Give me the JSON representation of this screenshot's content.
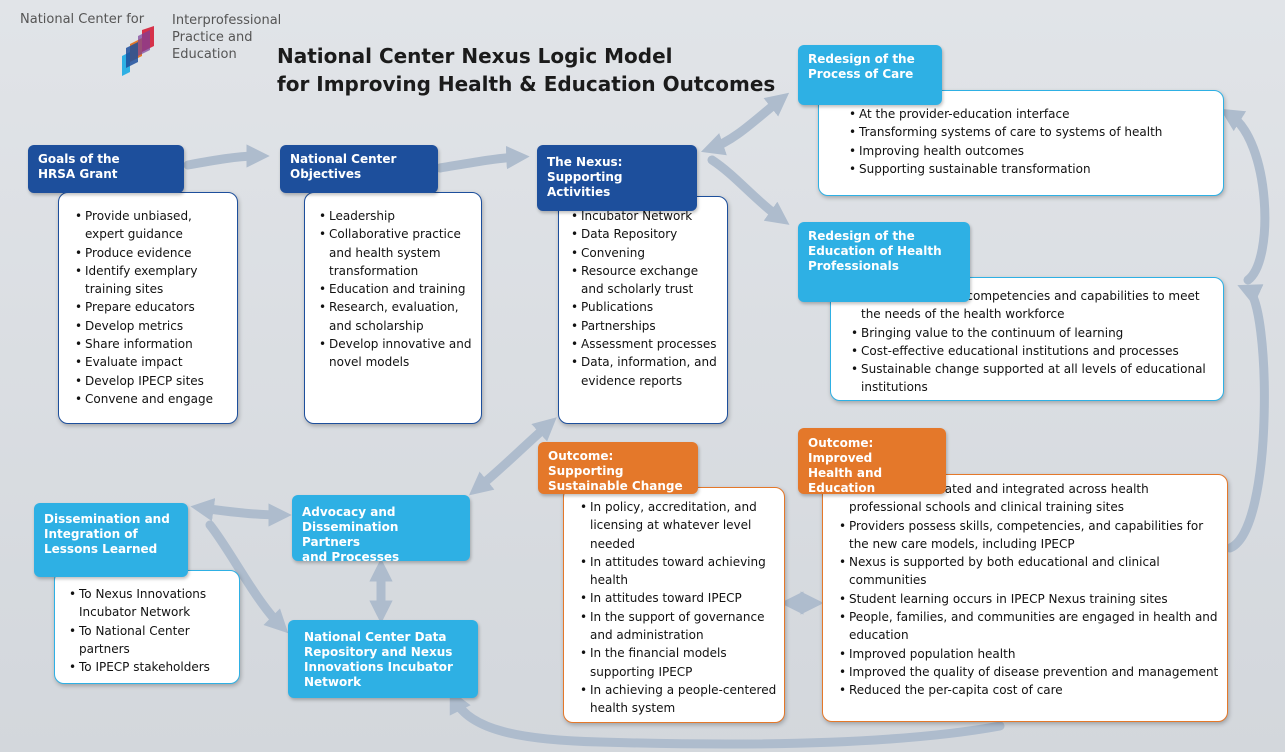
{
  "logo": {
    "left_text": "National Center for",
    "right_lines": [
      "Interprofessional",
      "Practice and",
      "Education"
    ]
  },
  "title_lines": [
    "National Center Nexus Logic Model",
    "for Improving Health & Education Outcomes"
  ],
  "colors": {
    "dark_blue": "#1d4f9c",
    "light_blue": "#2eb0e4",
    "orange": "#e4782a",
    "arrow": "#aebccd"
  },
  "goals": {
    "title_lines": [
      "Goals of the",
      "HRSA Grant"
    ],
    "items": [
      "Provide unbiased, expert guidance",
      "Produce evidence",
      "Identify exemplary training sites",
      "Prepare educators",
      "Develop metrics",
      "Share information",
      "Evaluate impact",
      "Develop IPECP sites",
      "Convene and engage"
    ]
  },
  "objectives": {
    "title_lines": [
      "National Center",
      "Objectives"
    ],
    "items": [
      "Leadership",
      "Collaborative practice and health system transformation",
      "Education and training",
      "Research, evaluation, and scholarship",
      "Develop innovative and novel models"
    ]
  },
  "nexus": {
    "title_lines": [
      "The Nexus:",
      "Supporting Activities"
    ],
    "items": [
      "Incubator Network",
      "Data Repository",
      "Convening",
      "Resource exchange and scholarly trust",
      "Publications",
      "Partnerships",
      "Assessment processes",
      "Data, information, and evidence reports"
    ]
  },
  "care": {
    "title_lines": [
      "Redesign of the",
      "Process of Care"
    ],
    "items": [
      "At the provider-education interface",
      "Transforming systems of care to systems of health",
      "Improving health outcomes",
      "Supporting sustainable transformation"
    ]
  },
  "education": {
    "title_lines": [
      "Redesign of the",
      "Education of Health",
      "Professionals"
    ],
    "items": [
      "Embedded skills, competencies and capabilities to meet the needs of the health workforce",
      "Bringing value to the continuum of learning",
      "Cost-effective educational institutions and processes",
      "Sustainable change supported at all levels of educational institutions"
    ]
  },
  "dissemination": {
    "title_lines": [
      "Dissemination and",
      "Integration of",
      "Lessons Learned"
    ],
    "items": [
      "To Nexus Innovations Incubator Network",
      "To National Center partners",
      "To IPECP stakeholders"
    ]
  },
  "advocacy": {
    "title_lines": [
      "Advocacy and",
      "Dissemination Partners",
      "and Processes"
    ]
  },
  "repository": {
    "title_lines": [
      "National Center Data",
      "Repository and Nexus",
      "Innovations Incubator",
      "Network"
    ]
  },
  "sustainable": {
    "title_lines": [
      "Outcome: Supporting",
      "Sustainable Change"
    ],
    "items": [
      "In policy, accreditation, and licensing at whatever level needed",
      "In attitudes toward achieving health",
      "In attitudes toward IPECP",
      "In the support of governance and administration",
      "In the financial models supporting IPECP",
      "In achieving a people-centered health system"
    ]
  },
  "improved": {
    "title_lines": [
      "Outcome: Improved",
      "Health and Education"
    ],
    "items": [
      "IPECP is coordinated and integrated across health professional schools and clinical training sites",
      "Providers possess skills, competencies, and capabilities for the new care models, including IPECP",
      "Nexus is supported by both educational and clinical communities",
      "Student learning occurs in IPECP Nexus training sites",
      "People, families, and communities are engaged in health and education",
      "Improved population health",
      "Improved the quality of disease prevention and management",
      "Reduced the per-capita cost of care"
    ]
  }
}
